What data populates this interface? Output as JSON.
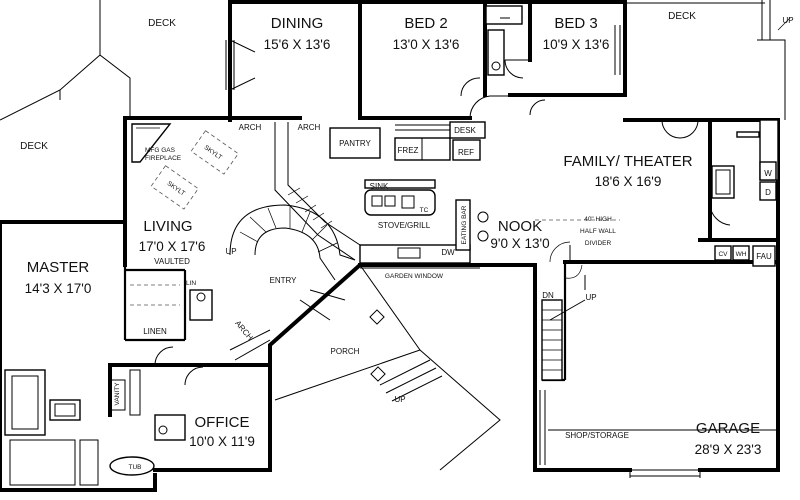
{
  "rooms": {
    "dining": {
      "name": "DINING",
      "size": "15'6 X 13'6"
    },
    "bed2": {
      "name": "BED 2",
      "size": "13'0 X 13'6"
    },
    "bed3": {
      "name": "BED 3",
      "size": "10'9 X 13'6"
    },
    "family": {
      "name": "FAMILY/ THEATER",
      "size": "18'6 X 16'9"
    },
    "living": {
      "name": "LIVING",
      "size": "17'0 X 17'6",
      "note": "VAULTED"
    },
    "master": {
      "name": "MASTER",
      "size": "14'3 X 17'0"
    },
    "nook": {
      "name": "NOOK",
      "size": "9'0 X 13'0"
    },
    "office": {
      "name": "OFFICE",
      "size": "10'0 X 11'9"
    },
    "garage": {
      "name": "GARAGE",
      "size": "28'9 X 23'3"
    }
  },
  "labels": {
    "deck_left_top": "DECK",
    "deck_left": "DECK",
    "deck_right": "DECK",
    "up_top_right": "UP",
    "arch_living": "ARCH",
    "arch_kitchen": "ARCH",
    "arch_bath": "ARCH",
    "pantry": "PANTRY",
    "desk": "DESK",
    "frez": "FREZ",
    "ref": "REF",
    "sink": "SINK",
    "tc": "TC",
    "stove": "STOVE/GRILL",
    "eating_bar": "EATING BAR",
    "dw": "DW",
    "garden_window": "GARDEN WINDOW",
    "fireplace_1": "MFG GAS",
    "fireplace_2": "FIREPLACE",
    "skylt_1": "SKYLT",
    "skylt_2": "SKYLT",
    "up_living": "UP",
    "entry": "ENTRY",
    "porch": "PORCH",
    "up_porch": "UP",
    "divider_1": "40\" HIGH",
    "divider_2": "HALF WALL",
    "divider_3": "DIVIDER",
    "w": "W",
    "d": "D",
    "cv": "CV",
    "wh": "WH",
    "fau": "FAU",
    "dn": "DN",
    "up_garage": "UP",
    "shop": "SHOP/STORAGE",
    "lin": "LIN",
    "linen": "LINEN",
    "vanity": "VANITY",
    "tub": "TUB"
  }
}
